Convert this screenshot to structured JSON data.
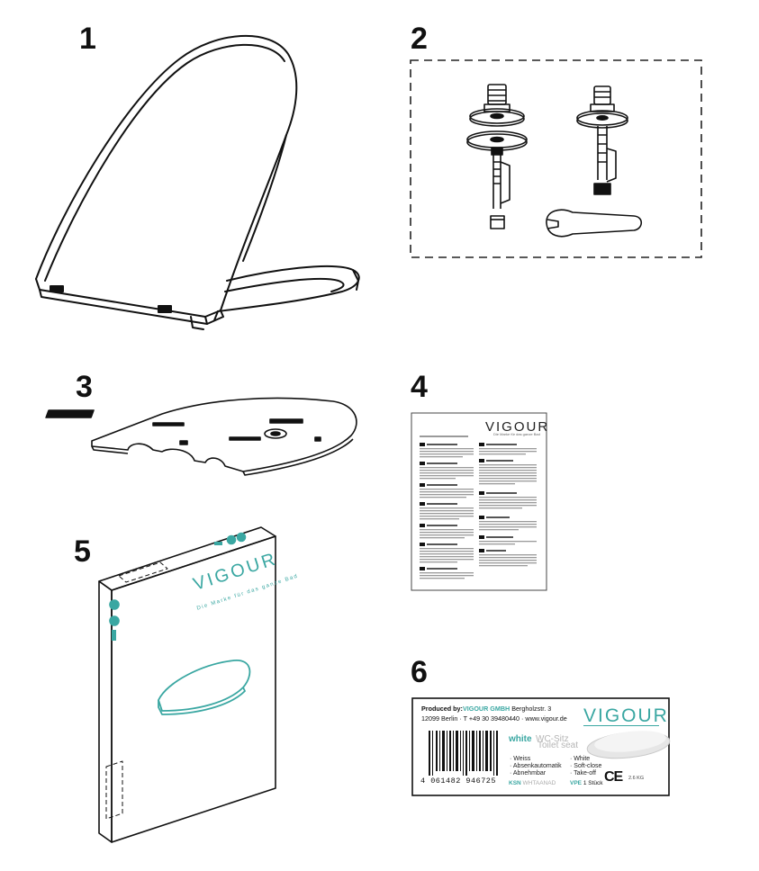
{
  "section_numbers": [
    "1",
    "2",
    "3",
    "4",
    "5",
    "6"
  ],
  "instruction_leaflet": {
    "brand": "VIGOUR",
    "tagline": "Die Marke für das ganze Bad"
  },
  "box": {
    "brand": "VIGOUR",
    "tagline": "Die Marke für das ganze Bad"
  },
  "product_label": {
    "produced_by_prefix": "Produced by:",
    "produced_by_company": "VIGOUR GMBH",
    "address_line1": "Bergholzstr. 3",
    "address_line2": "12099 Berlin · T +49 30 39480440 · www.vigour.de",
    "brand": "VIGOUR",
    "color_word": "white",
    "product_de": "WC-Sitz",
    "product_en": "Toilet seat",
    "features_de": [
      "· Weiss",
      "· Absenkautomatik",
      "· Abnehmbar"
    ],
    "features_en": [
      "· White",
      "· Soft-close",
      "· Take-off"
    ],
    "barcode_digits": "4 061482 946725",
    "ksn_label": "KSN",
    "ksn_value": "WHTAANAD",
    "vpe_label": "VPE",
    "vpe_value": "1 Stück",
    "ce_mark": "CE",
    "weight": "2.6 KG"
  },
  "colors": {
    "line": "#111111",
    "brand_teal": "#3aa7a2",
    "dashed_border": "#222222"
  }
}
